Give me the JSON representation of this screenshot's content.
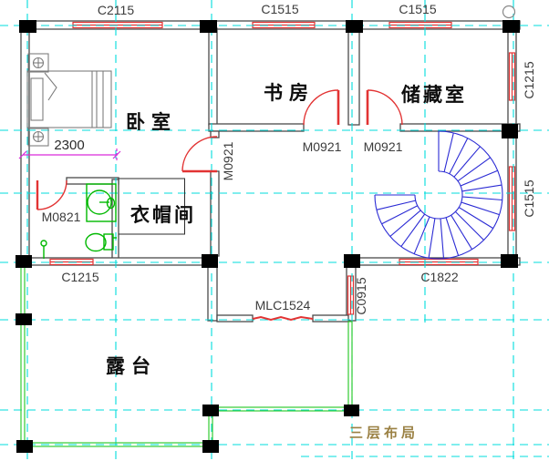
{
  "plan": {
    "caption": "三层布局",
    "rooms": {
      "bedroom": "卧室",
      "study": "书房",
      "storage": "储藏室",
      "cloakroom": "衣帽间",
      "terrace": "露台"
    },
    "windows": {
      "c2115": "C2115",
      "c1515_top_left": "C1515",
      "c1515_top_right": "C1515",
      "c1215_right": "C1215",
      "c1515_right": "C1515",
      "c1215_bottom": "C1215",
      "c1822": "C1822",
      "c0915": "C0915"
    },
    "doors": {
      "m0821": "M0821",
      "m0921_hall": "M0921",
      "m0921_study": "M0921",
      "m0921_storage": "M0921",
      "mlc1524": "MLC1524"
    },
    "dimensions": {
      "bedroom_width": "2300"
    },
    "colors": {
      "wall": "#4a4a4a",
      "opening_red": "#e23333",
      "stair_blue": "#2b2bd4",
      "fixture_green": "#00b800",
      "railing_green": "#33cc33",
      "grid_cyan": "#00dcdc",
      "dimension_magenta": "#d92bd9",
      "caption_olive": "#9b8144"
    }
  }
}
